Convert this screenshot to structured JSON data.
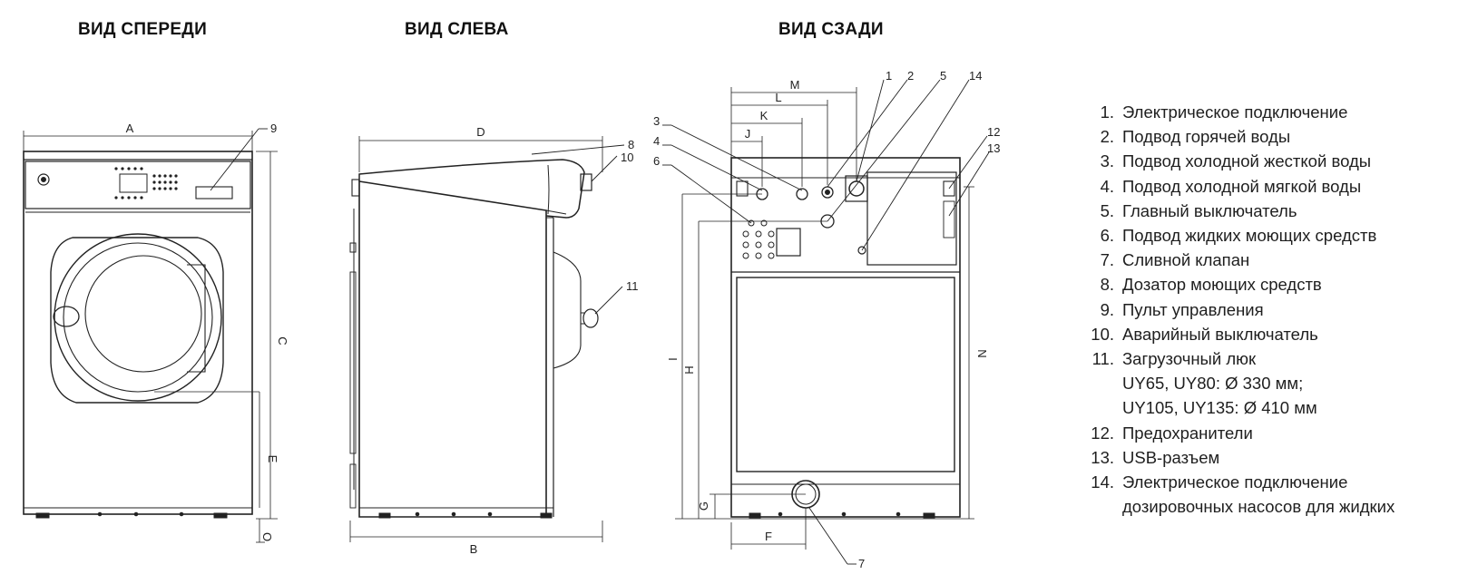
{
  "titles": {
    "front": "ВИД СПЕРЕДИ",
    "left": "ВИД СЛЕВА",
    "rear": "ВИД СЗАДИ"
  },
  "dimensions": {
    "A": "A",
    "B": "B",
    "C": "C",
    "D": "D",
    "E": "E",
    "O": "O",
    "F": "F",
    "G": "G",
    "H": "H",
    "I": "I",
    "J": "J",
    "K": "K",
    "L": "L",
    "M": "M",
    "N": "N"
  },
  "callouts": {
    "c1": "1",
    "c2": "2",
    "c3": "3",
    "c4": "4",
    "c5": "5",
    "c6": "6",
    "c7": "7",
    "c8": "8",
    "c9": "9",
    "c10": "10",
    "c11": "11",
    "c12": "12",
    "c13": "13",
    "c14": "14"
  },
  "legend": [
    {
      "num": "1.",
      "text": "Электрическое подключение"
    },
    {
      "num": "2.",
      "text": "Подвод горячей воды"
    },
    {
      "num": "3.",
      "text": "Подвод холодной жесткой воды"
    },
    {
      "num": "4.",
      "text": "Подвод холодной мягкой воды"
    },
    {
      "num": "5.",
      "text": "Главный выключатель"
    },
    {
      "num": "6.",
      "text": "Подвод жидких моющих средств"
    },
    {
      "num": "7.",
      "text": "Сливной клапан"
    },
    {
      "num": "8.",
      "text": "Дозатор моющих средств"
    },
    {
      "num": "9.",
      "text": "Пульт управления"
    },
    {
      "num": "10.",
      "text": "Аварийный выключатель"
    },
    {
      "num": "11.",
      "text": "Загрузочный люк",
      "sub": [
        "UY65, UY80: Ø 330 мм;",
        "UY105, UY135: Ø 410 мм"
      ]
    },
    {
      "num": "12.",
      "text": "Предохранители"
    },
    {
      "num": "13.",
      "text": "USB-разъем"
    },
    {
      "num": "14.",
      "text": "Электрическое подключение",
      "sub": [
        "дозировочных насосов для жидких"
      ]
    }
  ]
}
